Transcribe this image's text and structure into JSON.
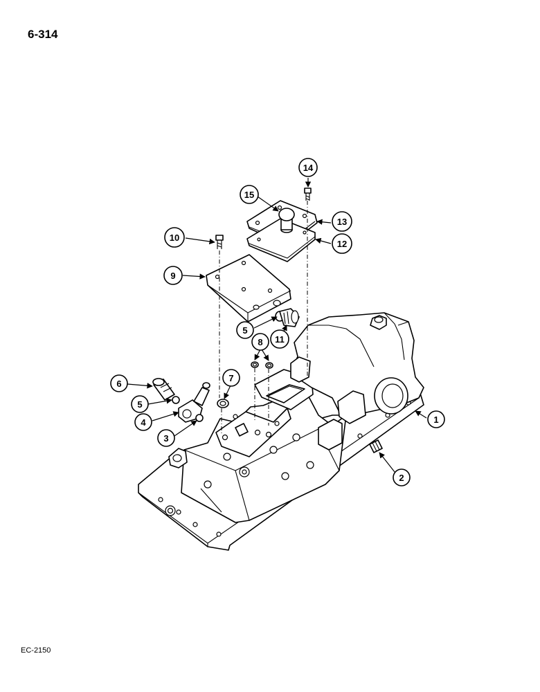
{
  "header": {
    "page_number": "6-314"
  },
  "footer": {
    "doc_code": "EC-2150"
  },
  "callouts": {
    "c1": "1",
    "c2": "2",
    "c3": "3",
    "c4": "4",
    "c5a": "5",
    "c5b": "5",
    "c6": "6",
    "c7": "7",
    "c8": "8",
    "c9": "9",
    "c10": "10",
    "c11": "11",
    "c12": "12",
    "c13": "13",
    "c14": "14",
    "c15": "15"
  }
}
